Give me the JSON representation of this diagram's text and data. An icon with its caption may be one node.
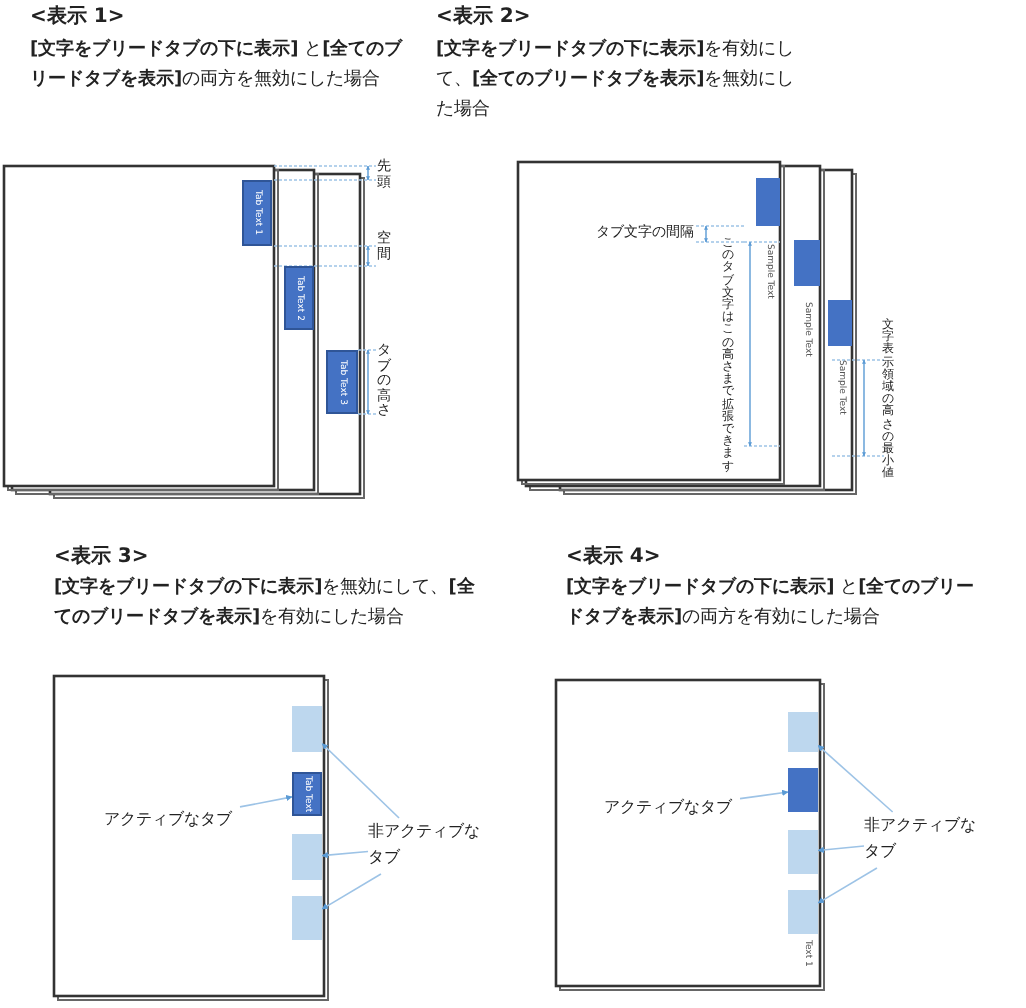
{
  "diagram": {
    "nodes": [
      {
        "text": [
          "Tab Text 1"
        ]
      },
      {
        "text": [
          "Tab Text 2"
        ]
      },
      {
        "text": [
          "Tab Text 3"
        ]
      },
      {
        "text": [],
        "shape": "box"
      },
      {
        "text": [],
        "shape": "box"
      },
      {
        "text": [],
        "shape": "box"
      },
      {
        "text": [],
        "shape": "box"
      },
      {
        "text": [
          "Tab Text"
        ]
      },
      {
        "text": [],
        "shape": "box"
      },
      {
        "text": [],
        "shape": "box"
      },
      {
        "text": [
          "アクティブなタブ"
        ]
      },
      {
        "text": [
          "非アクティブなタブ"
        ]
      },
      {
        "text": [],
        "shape": "box"
      },
      {
        "text": [],
        "shape": "box"
      },
      {
        "text": [],
        "shape": "box"
      },
      {
        "text": [],
        "shape": "box"
      },
      {
        "text": [
          "アクティブなタブ"
        ]
      },
      {
        "text": [
          "非アクティブなタブ"
        ]
      }
    ],
    "edges": [
      {
        "from": 10,
        "to": 7,
        "arrow": "to"
      },
      {
        "from": 11,
        "to": 6,
        "arrow": "to"
      },
      {
        "from": 11,
        "to": 8,
        "arrow": "to"
      },
      {
        "from": 11,
        "to": 9,
        "arrow": "to"
      },
      {
        "from": 16,
        "to": 13,
        "arrow": "to"
      },
      {
        "from": 17,
        "to": 12,
        "arrow": "to"
      },
      {
        "from": 17,
        "to": 14,
        "arrow": "to"
      },
      {
        "from": 17,
        "to": 15,
        "arrow": "to"
      }
    ],
    "labels": [
      "<表示 1>",
      "**[文字をブリードタブの下に表示]** と**[全てのブリードタブを表示]**の両方を無効にした場合",
      "<表示 2>",
      "**[文字をブリードタブの下に表示]**を有効にして、**[全てのブリードタブを表示]**を無効にした場合",
      "先頭",
      "空間",
      "タブの高さ",
      "タブ文字の間隔",
      "このタブ文字はこの高さまで拡張できます",
      "Sample Text",
      "Sample Text",
      "Sample Text",
      "文字表示領域の高さの最小値",
      "<表示 3>",
      "**[文字をブリードタブの下に表示]**を無効にして、**[全てのブリードタブを表示]**を有効にした場合",
      "<表示 4>",
      "**[文字をブリードタブの下に表示]** と**[全てのブリードタブを表示]**の両方を有効にした場合",
      "Text 1"
    ]
  }
}
